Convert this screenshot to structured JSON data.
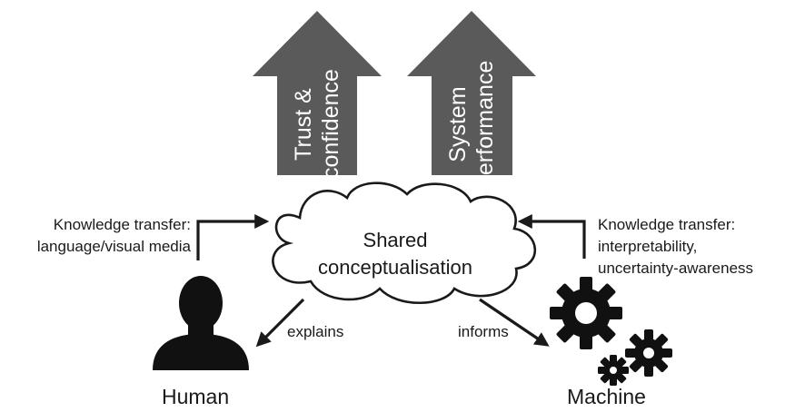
{
  "arrows_up": [
    {
      "lines": [
        "Trust &",
        "confidence"
      ]
    },
    {
      "lines": [
        "System",
        "performance"
      ]
    }
  ],
  "center": {
    "lines": [
      "Shared",
      "conceptualisation"
    ]
  },
  "left_transfer": {
    "lines": [
      "Knowledge transfer:",
      "language/visual media"
    ]
  },
  "right_transfer": {
    "lines": [
      "Knowledge transfer:",
      "interpretability,",
      "uncertainty-awareness"
    ]
  },
  "flows": {
    "explains": "explains",
    "informs": "informs"
  },
  "actors": {
    "human": "Human",
    "machine": "Machine"
  },
  "icons": {
    "human": "person-silhouette-icon",
    "machine": "gears-icon"
  },
  "colors": {
    "big_arrow": "#5a5a5a",
    "ink": "#1a1a1a",
    "background": "#ffffff"
  }
}
